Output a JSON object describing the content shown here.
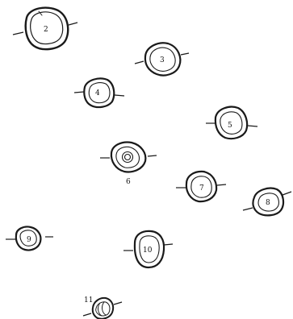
{
  "figure": {
    "items": [
      {
        "id": "2",
        "label": "2"
      },
      {
        "id": "3",
        "label": "3"
      },
      {
        "id": "4",
        "label": "4"
      },
      {
        "id": "5",
        "label": "5"
      },
      {
        "id": "6",
        "label": "6"
      },
      {
        "id": "7",
        "label": "7"
      },
      {
        "id": "8",
        "label": "8"
      },
      {
        "id": "9",
        "label": "9"
      },
      {
        "id": "10",
        "label": "10"
      },
      {
        "id": "11",
        "label": "11"
      }
    ]
  }
}
